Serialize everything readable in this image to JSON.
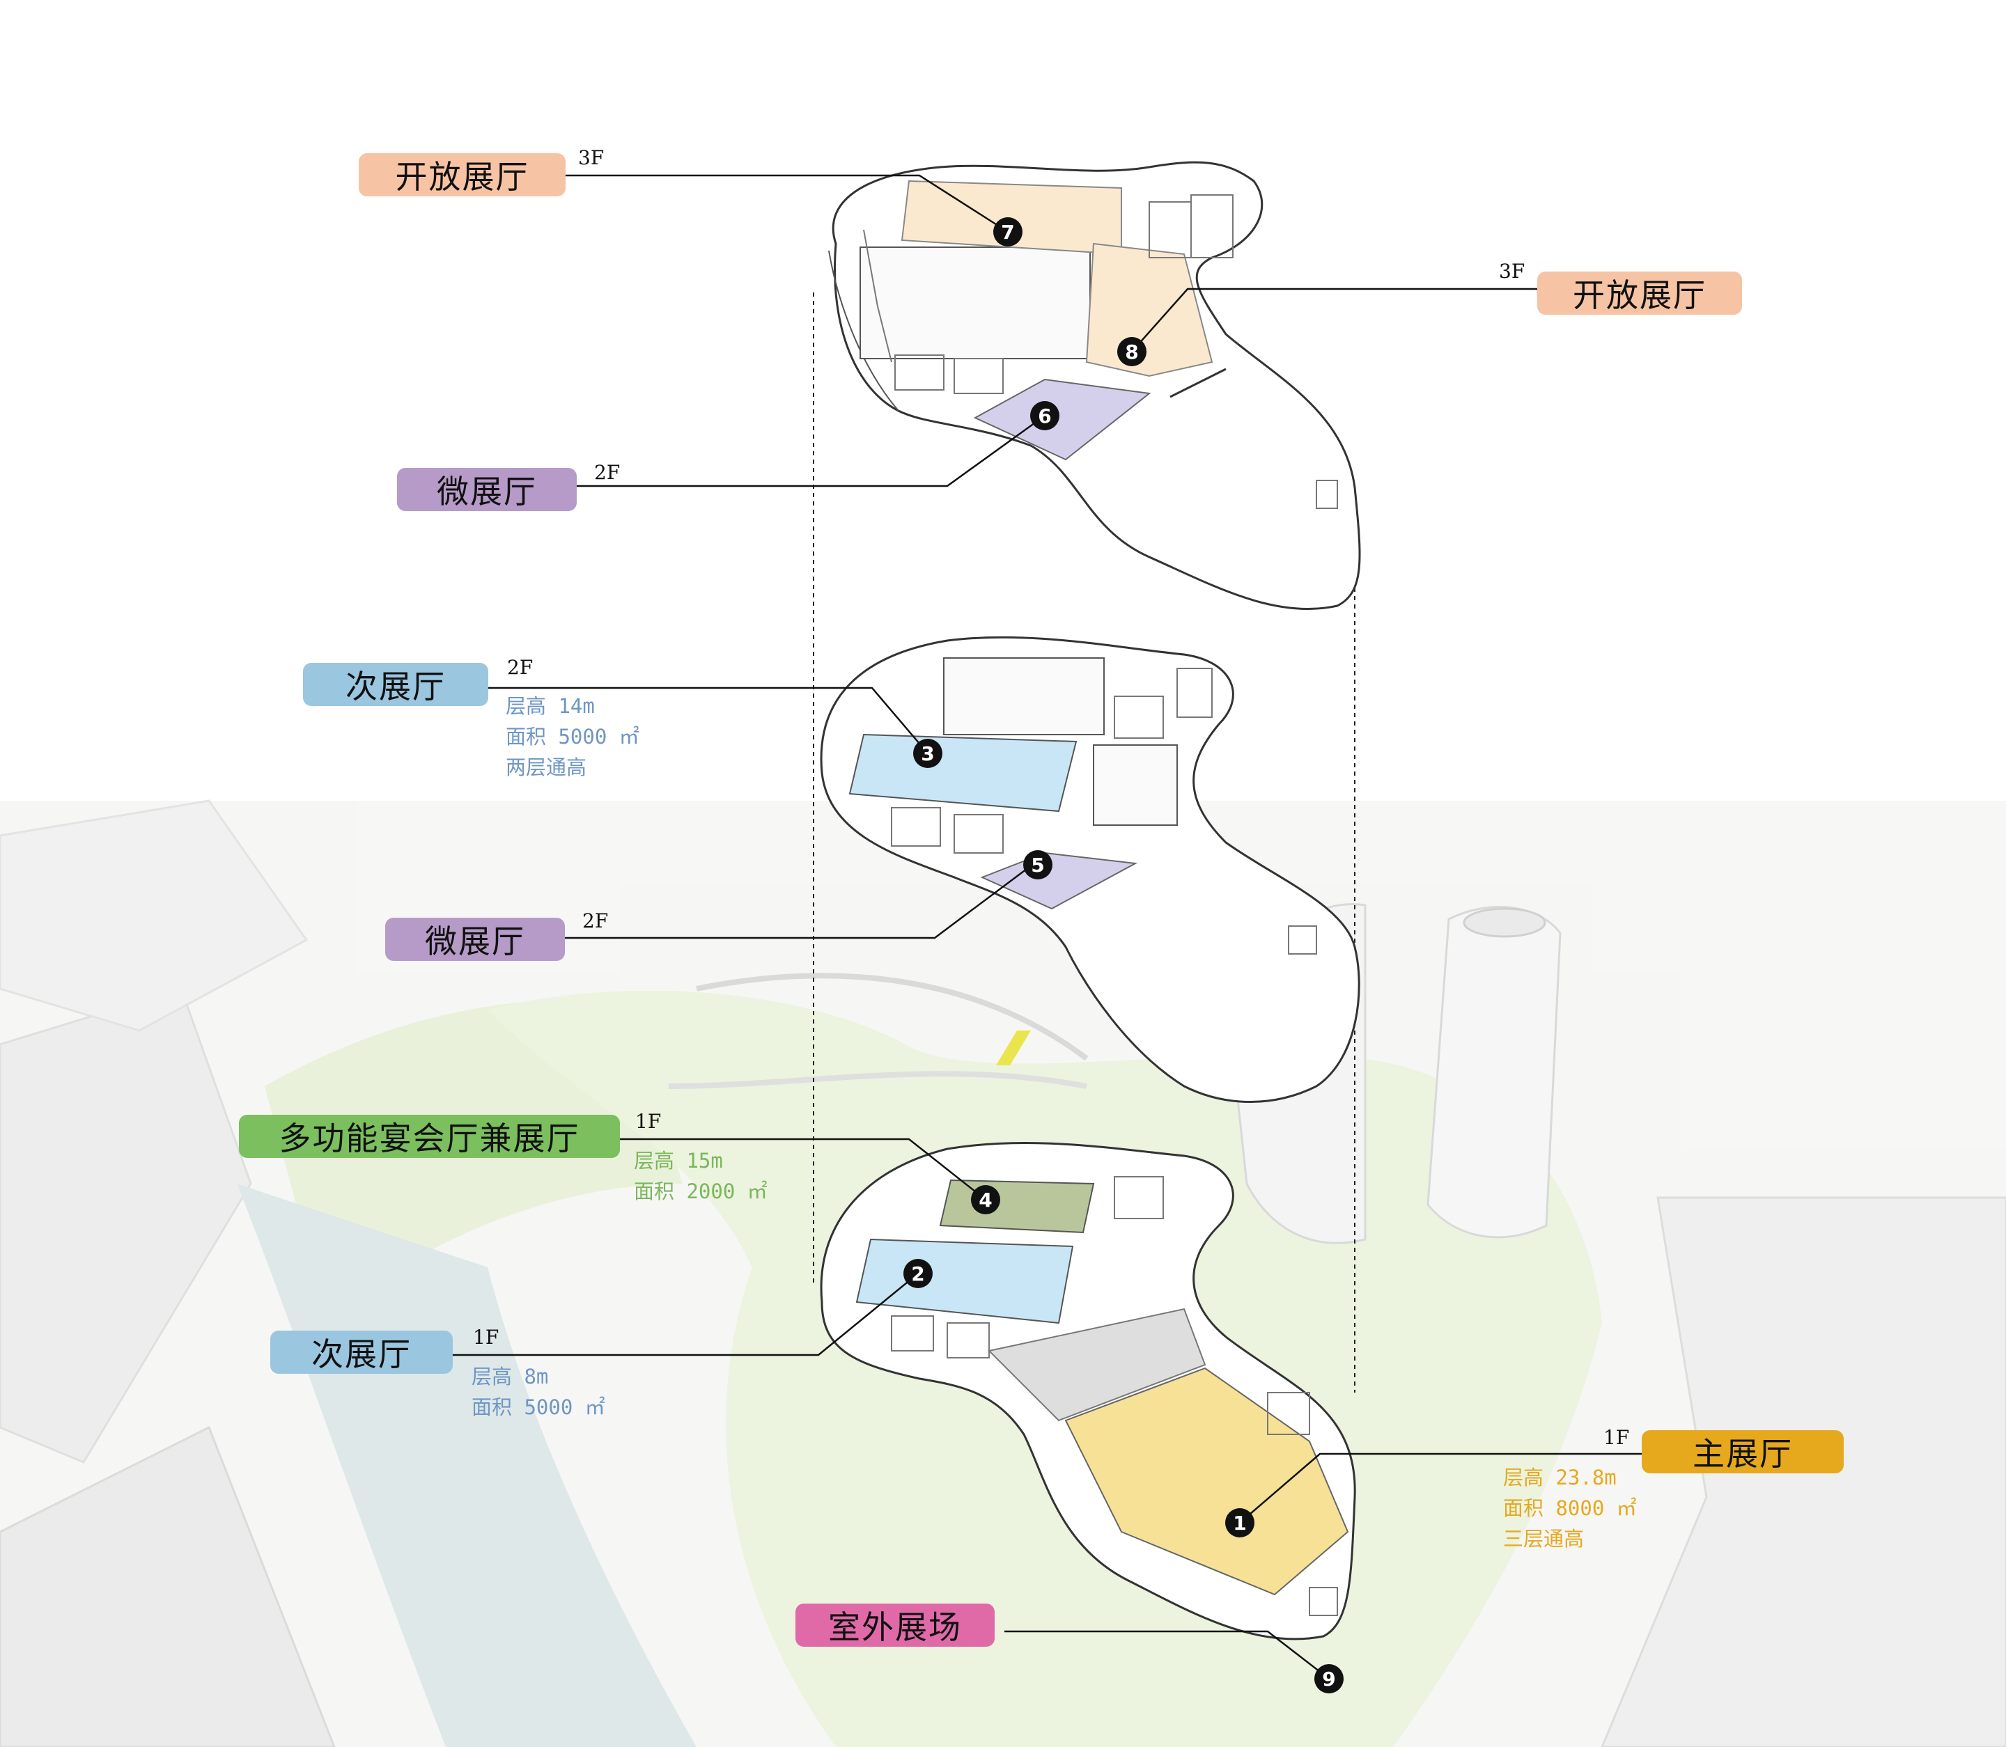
{
  "colors": {
    "open_hall": "#f6c4a4",
    "open_hall_fill": "#fbe9cf",
    "micro_hall": "#b69bc9",
    "micro_hall_fill": "#d4d0ec",
    "secondary_hall": "#9bc6e0",
    "secondary_hall_fill": "#c9e6f6",
    "banquet_hall": "#7bbf5f",
    "banquet_hall_fill": "#b9c69c",
    "main_hall": "#e6a91d",
    "main_hall_fill": "#f6e196",
    "outdoor": "#e06aa7",
    "info_blue": "#6e96c4",
    "info_green": "#7ab75a",
    "info_orange": "#e6a91d"
  },
  "labels": {
    "open_hall_left": {
      "name": "开放展厅",
      "floor": "3F",
      "number": "7"
    },
    "open_hall_right": {
      "name": "开放展厅",
      "floor": "3F",
      "number": "8"
    },
    "micro_hall_upper": {
      "name": "微展厅",
      "floor": "2F",
      "number": "6"
    },
    "secondary_hall_2f": {
      "name": "次展厅",
      "floor": "2F",
      "number": "3",
      "info": [
        "层高 14m",
        "面积 5000 ㎡",
        "两层通高"
      ]
    },
    "micro_hall_lower": {
      "name": "微展厅",
      "floor": "2F",
      "number": "5"
    },
    "banquet_hall": {
      "name": "多功能宴会厅兼展厅",
      "floor": "1F",
      "number": "4",
      "info": [
        "层高 15m",
        "面积 2000 ㎡"
      ]
    },
    "secondary_hall_1f": {
      "name": "次展厅",
      "floor": "1F",
      "number": "2",
      "info": [
        "层高 8m",
        "面积 5000 ㎡"
      ]
    },
    "main_hall": {
      "name": "主展厅",
      "floor": "1F",
      "number": "1",
      "info": [
        "层高 23.8m",
        "面积 8000 ㎡",
        "三层通高"
      ]
    },
    "outdoor_field": {
      "name": "室外展场",
      "number": "9"
    }
  }
}
